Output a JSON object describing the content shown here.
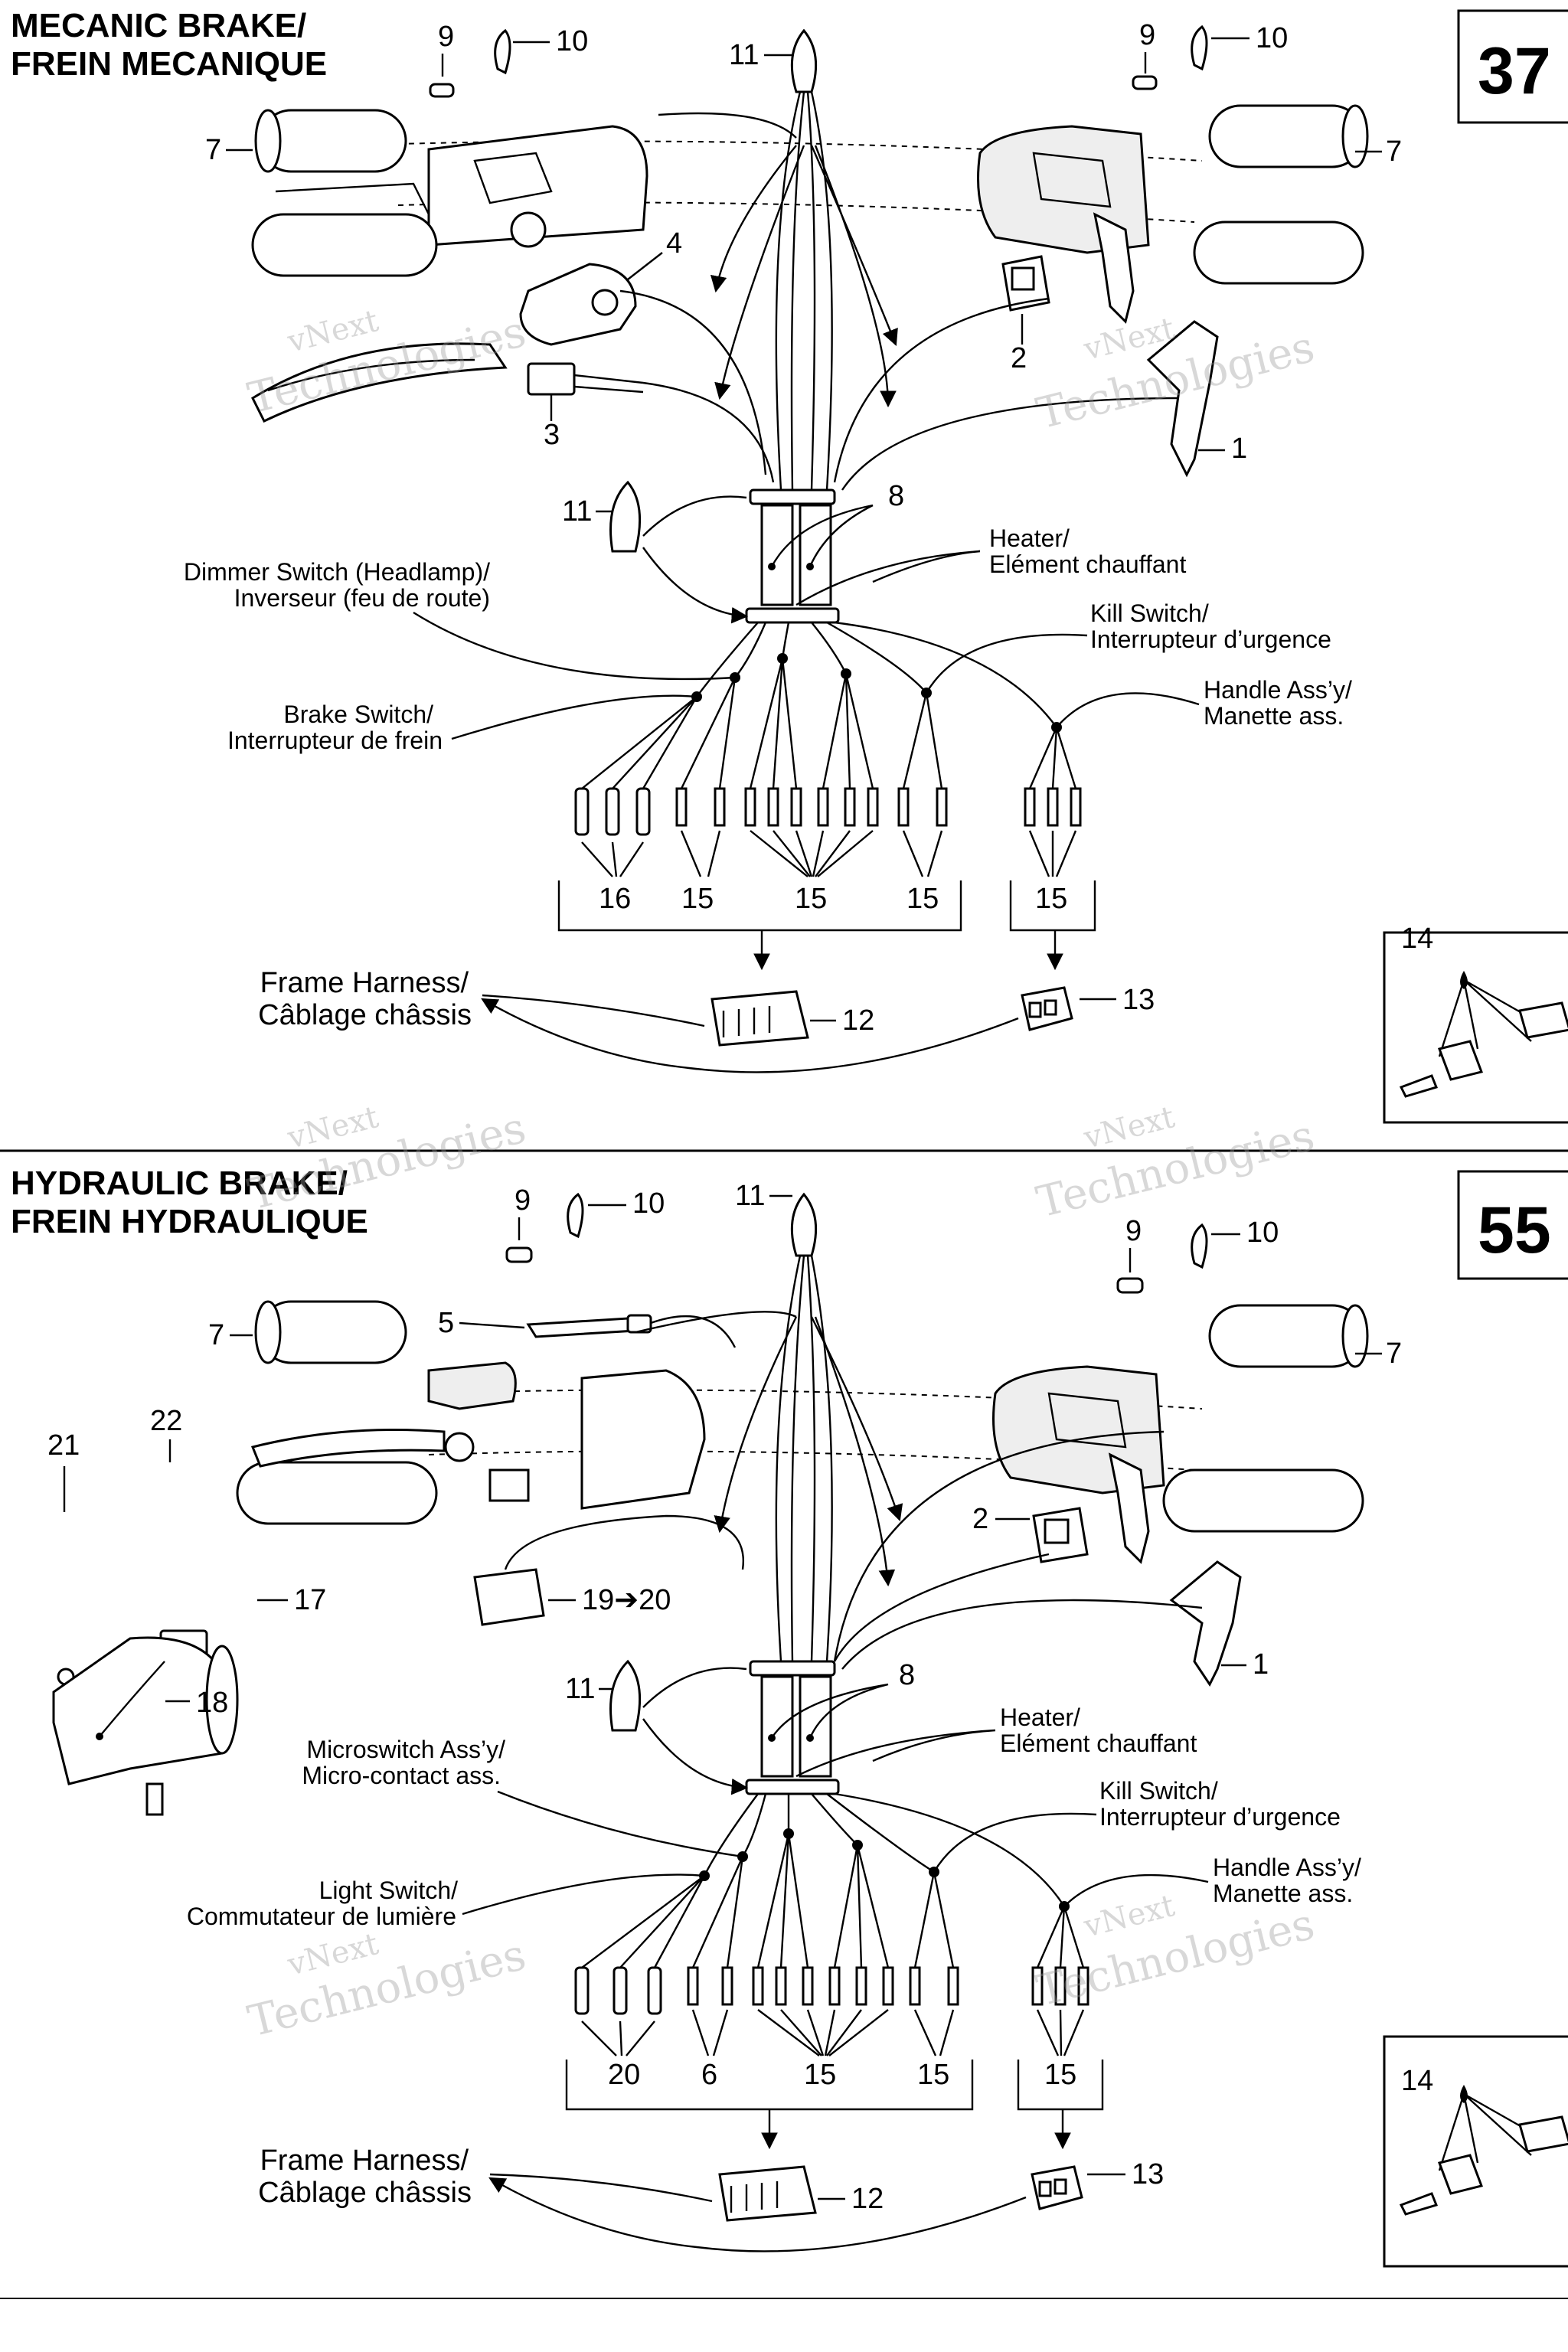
{
  "sections": [
    {
      "title_line1": "MECANIC BRAKE/",
      "title_line2": "FREIN MECANIQUE",
      "page_number": "37",
      "parts": {
        "p1": "1",
        "p2": "2",
        "p3": "3",
        "p4": "4",
        "p7a": "7",
        "p7b": "7",
        "p8": "8",
        "p9a": "9",
        "p9b": "9",
        "p10a": "10",
        "p10b": "10",
        "p11a": "11",
        "p11b": "11",
        "p12": "12",
        "p13": "13",
        "p14": "14",
        "p15a": "15",
        "p15b": "15",
        "p15c": "15",
        "p15d": "15",
        "p16": "16"
      },
      "callouts": {
        "c1a": "Dimmer Switch (Headlamp)/",
        "c1b": "Inverseur (feu de route)",
        "c2a": "Heater/",
        "c2b": "Elément chauffant",
        "c3a": "Kill Switch/",
        "c3b": "Interrupteur d’urgence",
        "c4a": "Brake Switch/",
        "c4b": "Interrupteur de frein",
        "c5a": "Handle Ass’y/",
        "c5b": "Manette ass.",
        "c6a": "Frame Harness/",
        "c6b": "Câblage châssis"
      }
    },
    {
      "title_line1": "HYDRAULIC BRAKE/",
      "title_line2": "FREIN HYDRAULIQUE",
      "page_number": "55",
      "parts": {
        "p1": "1",
        "p2": "2",
        "p5": "5",
        "p6": "6",
        "p7a": "7",
        "p7b": "7",
        "p8": "8",
        "p9a": "9",
        "p9b": "9",
        "p10a": "10",
        "p10b": "10",
        "p11a": "11",
        "p11b": "11",
        "p12": "12",
        "p13": "13",
        "p14": "14",
        "p15a": "15",
        "p15b": "15",
        "p15c": "15",
        "p17": "17",
        "p18": "18",
        "p19": "19➔20",
        "p20": "20",
        "p21": "21",
        "p22": "22"
      },
      "callouts": {
        "c1a": "Microswitch Ass’y/",
        "c1b": "Micro-contact ass.",
        "c2a": "Heater/",
        "c2b": "Elément chauffant",
        "c3a": "Kill Switch/",
        "c3b": "Interrupteur d’urgence",
        "c4a": "Light Switch/",
        "c4b": "Commutateur de lumière",
        "c5a": "Handle Ass’y/",
        "c5b": "Manette ass.",
        "c6a": "Frame Harness/",
        "c6b": "Câblage châssis"
      }
    }
  ],
  "watermark": {
    "line1": "vNext",
    "line2": "Technologies"
  }
}
